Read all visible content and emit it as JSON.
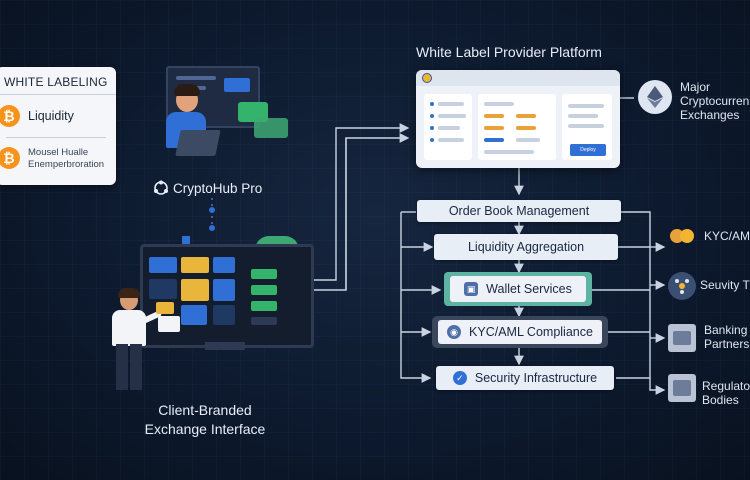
{
  "white_labeling": {
    "title": "WHITE LABELING",
    "liquidity": "Liquidity",
    "garbled_line1": "Mousel Hualle",
    "garbled_line2": "Enemperbroration",
    "coin_glyph": "bitcoin-icon",
    "coin_symbol": "₿"
  },
  "provider": {
    "title": "White Label Provider Platform",
    "deploy_label": "Deploy"
  },
  "brand": {
    "name": "CryptoHub Pro",
    "logo_icon": "network-logo-icon"
  },
  "client": {
    "line1": "Client-Branded",
    "line2": "Exchange Interface"
  },
  "flow": {
    "order_book": "Order Book Management",
    "liquidity_aggregation": "Liquidity Aggregation",
    "wallet_services": "Wallet Services",
    "kyc_aml": "KYC/AML Compliance",
    "security": "Security Infrastructure"
  },
  "right": {
    "exchanges_line1": "Major",
    "exchanges_line2": "Cryptocurren",
    "exchanges_line3": "Exchanges",
    "kyc": "KYC/AM",
    "security": "Seuvity T",
    "banking_line1": "Banking",
    "banking_line2": "Partners",
    "regulatory_line1": "Regulato",
    "regulatory_line2": "Bodies"
  },
  "colors": {
    "background": "#0d1a2e",
    "bitcoin": "#f7931a",
    "accent_blue": "#2f6fd6",
    "wire": "#c9d3e2",
    "wallet_border": "#5fb3a3"
  }
}
